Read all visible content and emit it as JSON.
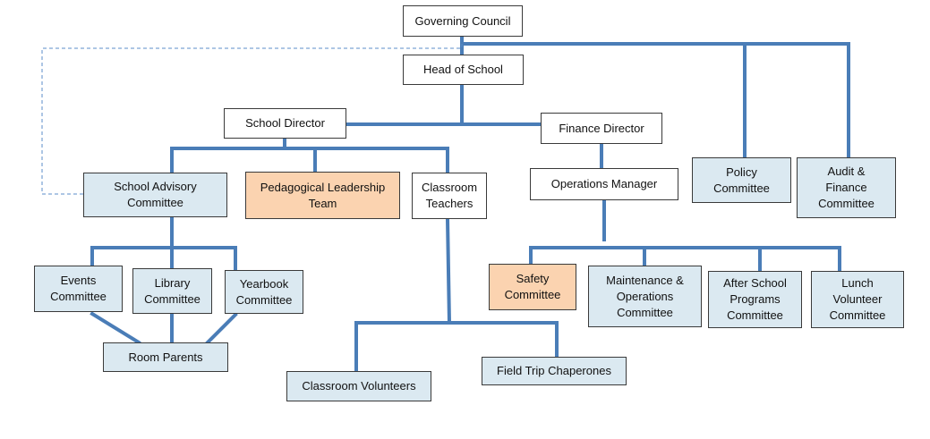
{
  "colors": {
    "connector": "#4a7db7",
    "dashed": "#5b8ec9",
    "blue_fill": "#dbe9f1",
    "orange_fill": "#fbd3b0",
    "white_fill": "#ffffff"
  },
  "nodes": {
    "governing_council": "Governing Council",
    "head_of_school": "Head of School",
    "school_director": "School Director",
    "finance_director": "Finance Director",
    "school_advisory": "School Advisory\nCommittee",
    "pedagogical": "Pedagogical Leadership\nTeam",
    "classroom_teachers": "Classroom\nTeachers",
    "operations_manager": "Operations Manager",
    "policy": "Policy\nCommittee",
    "audit_finance": "Audit &\nFinance\nCommittee",
    "events": "Events\nCommittee",
    "library": "Library\nCommittee",
    "yearbook": "Yearbook\nCommittee",
    "room_parents": "Room Parents",
    "classroom_volunteers": "Classroom Volunteers",
    "field_trip": "Field Trip Chaperones",
    "safety": "Safety\nCommittee",
    "maintenance": "Maintenance &\nOperations\nCommittee",
    "after_school": "After School\nPrograms\nCommittee",
    "lunch_volunteer": "Lunch\nVolunteer\nCommittee"
  }
}
